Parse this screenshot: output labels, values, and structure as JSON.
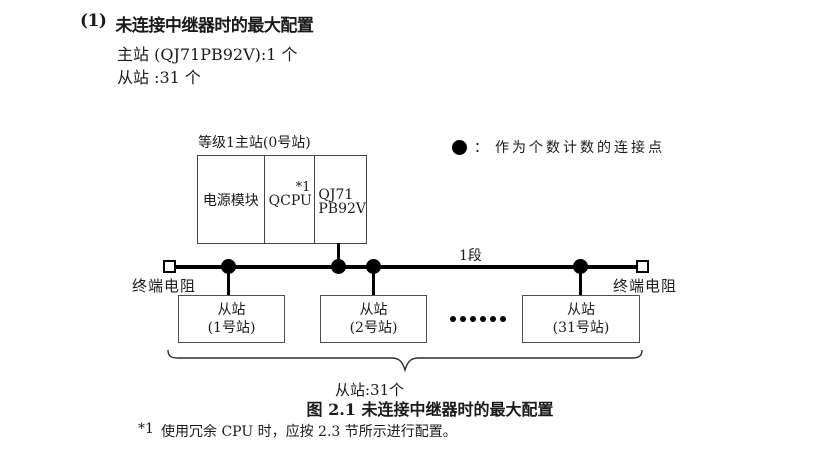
{
  "colors": {
    "text": "#1a1a1a",
    "line": "#000000",
    "box_border": "#4f4f4f"
  },
  "document": {
    "heading": {
      "number": "(1)",
      "title": "未连接中继器时的最大配置"
    },
    "summary": {
      "master_line": "主站 (QJ71PB92V):1 个",
      "slave_line": "从站 :31 个"
    },
    "figure_caption": "图 2.1 未连接中继器时的最大配置",
    "footnote": {
      "marker": "*1",
      "text": "使用冗余 CPU 时，应按 2.3 节所示进行配置。"
    }
  },
  "diagram": {
    "master_station": {
      "label": "等级1主站(0号站)",
      "power_module": "电源模块",
      "cpu": "QCPU",
      "cpu_note": "*1",
      "network_module_line1": "QJ71",
      "network_module_line2": "PB92V"
    },
    "legend": {
      "separator": "：",
      "text": "作为个数计数的连接点"
    },
    "bus": {
      "segment_label": "1段",
      "terminator_left": "终端电阻",
      "terminator_right": "终端电阻"
    },
    "slaves": [
      {
        "name": "从站",
        "station": "(1号站)"
      },
      {
        "name": "从站",
        "station": "(2号站)"
      },
      {
        "name": "从站",
        "station": "(31号站)"
      }
    ],
    "brace_label": "从站:31个"
  }
}
